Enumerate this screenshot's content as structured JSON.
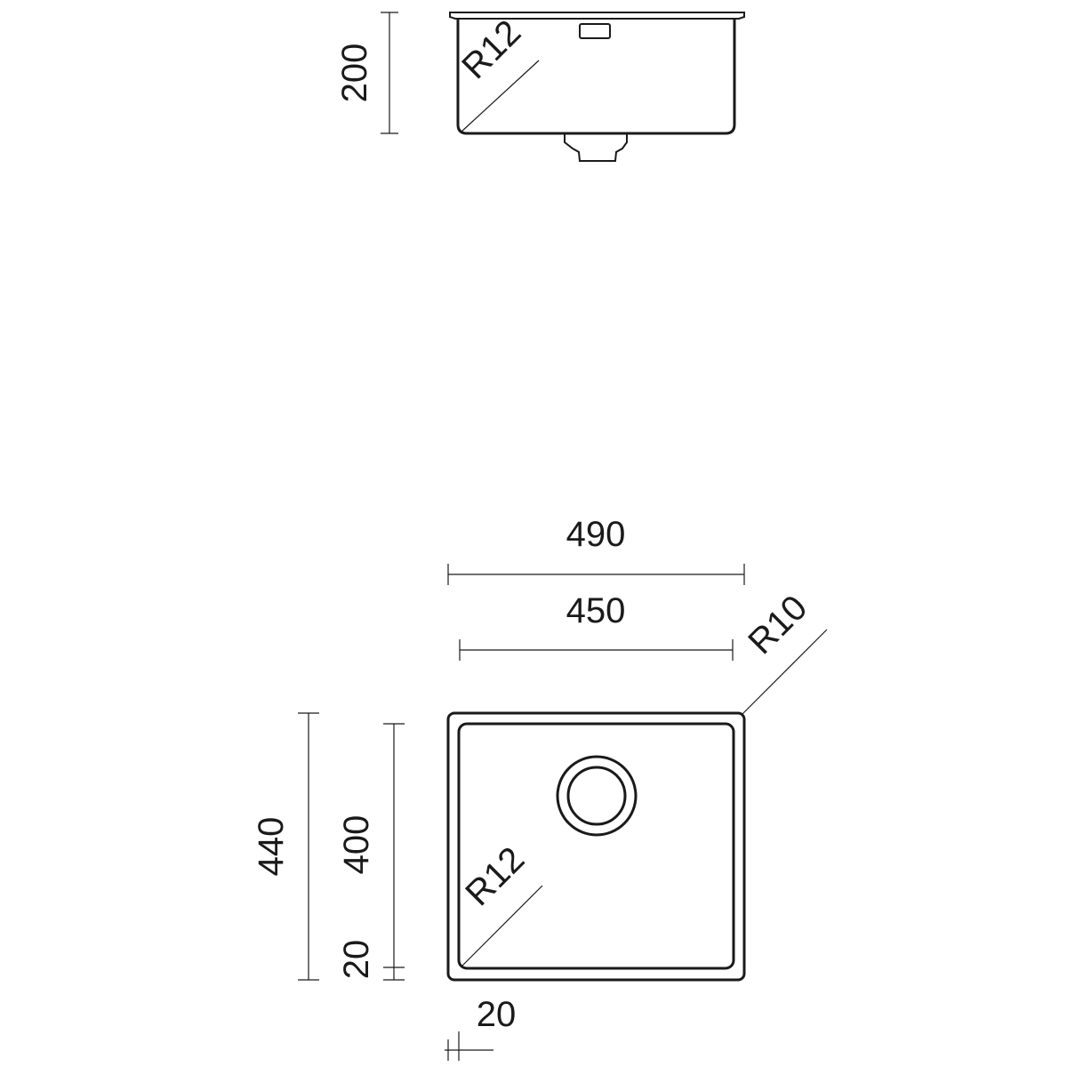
{
  "side_view": {
    "height_label": "200",
    "radius_label": "R12"
  },
  "top_view": {
    "outer_width_label": "490",
    "inner_width_label": "450",
    "corner_radius_label": "R10",
    "outer_height_label": "440",
    "inner_height_label": "400",
    "bowl_radius_label": "R12",
    "rim_bottom_label": "20",
    "rim_side_label": "20"
  }
}
